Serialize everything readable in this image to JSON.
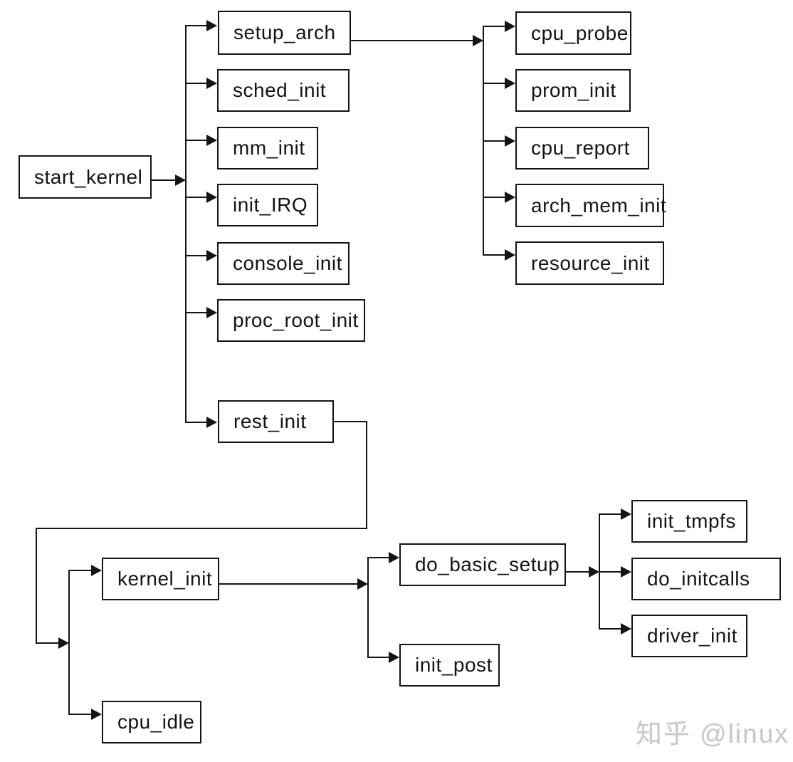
{
  "diagram": {
    "title": "",
    "nodes": [
      {
        "id": "start_kernel",
        "label": "start_kernel"
      },
      {
        "id": "setup_arch",
        "label": "setup_arch"
      },
      {
        "id": "sched_init",
        "label": "sched_init"
      },
      {
        "id": "mm_init",
        "label": "mm_init"
      },
      {
        "id": "init_IRQ",
        "label": "init_IRQ"
      },
      {
        "id": "console_init",
        "label": "console_init"
      },
      {
        "id": "proc_root_init",
        "label": "proc_root_init"
      },
      {
        "id": "rest_init",
        "label": "rest_init"
      },
      {
        "id": "cpu_probe",
        "label": "cpu_probe"
      },
      {
        "id": "prom_init",
        "label": "prom_init"
      },
      {
        "id": "cpu_report",
        "label": "cpu_report"
      },
      {
        "id": "arch_mem_init",
        "label": "arch_mem_init"
      },
      {
        "id": "resource_init",
        "label": "resource_init"
      },
      {
        "id": "kernel_init",
        "label": "kernel_init"
      },
      {
        "id": "cpu_idle",
        "label": "cpu_idle"
      },
      {
        "id": "do_basic_setup",
        "label": "do_basic_setup"
      },
      {
        "id": "init_post",
        "label": "init_post"
      },
      {
        "id": "init_tmpfs",
        "label": "init_tmpfs"
      },
      {
        "id": "do_initcalls",
        "label": "do_initcalls"
      },
      {
        "id": "driver_init",
        "label": "driver_init"
      }
    ],
    "edges": [
      {
        "from": "start_kernel",
        "to": [
          "setup_arch",
          "sched_init",
          "mm_init",
          "init_IRQ",
          "console_init",
          "proc_root_init",
          "rest_init"
        ]
      },
      {
        "from": "setup_arch",
        "to": [
          "cpu_probe",
          "prom_init",
          "cpu_report",
          "arch_mem_init",
          "resource_init"
        ]
      },
      {
        "from": "rest_init",
        "to": [
          "kernel_init",
          "cpu_idle"
        ]
      },
      {
        "from": "kernel_init",
        "to": [
          "do_basic_setup",
          "init_post"
        ]
      },
      {
        "from": "do_basic_setup",
        "to": [
          "init_tmpfs",
          "do_initcalls",
          "driver_init"
        ]
      }
    ],
    "line_color": "#141414",
    "box_background": "#ffffff"
  },
  "watermark": {
    "text": "知乎 @linux",
    "color": "#c9c9c9"
  }
}
